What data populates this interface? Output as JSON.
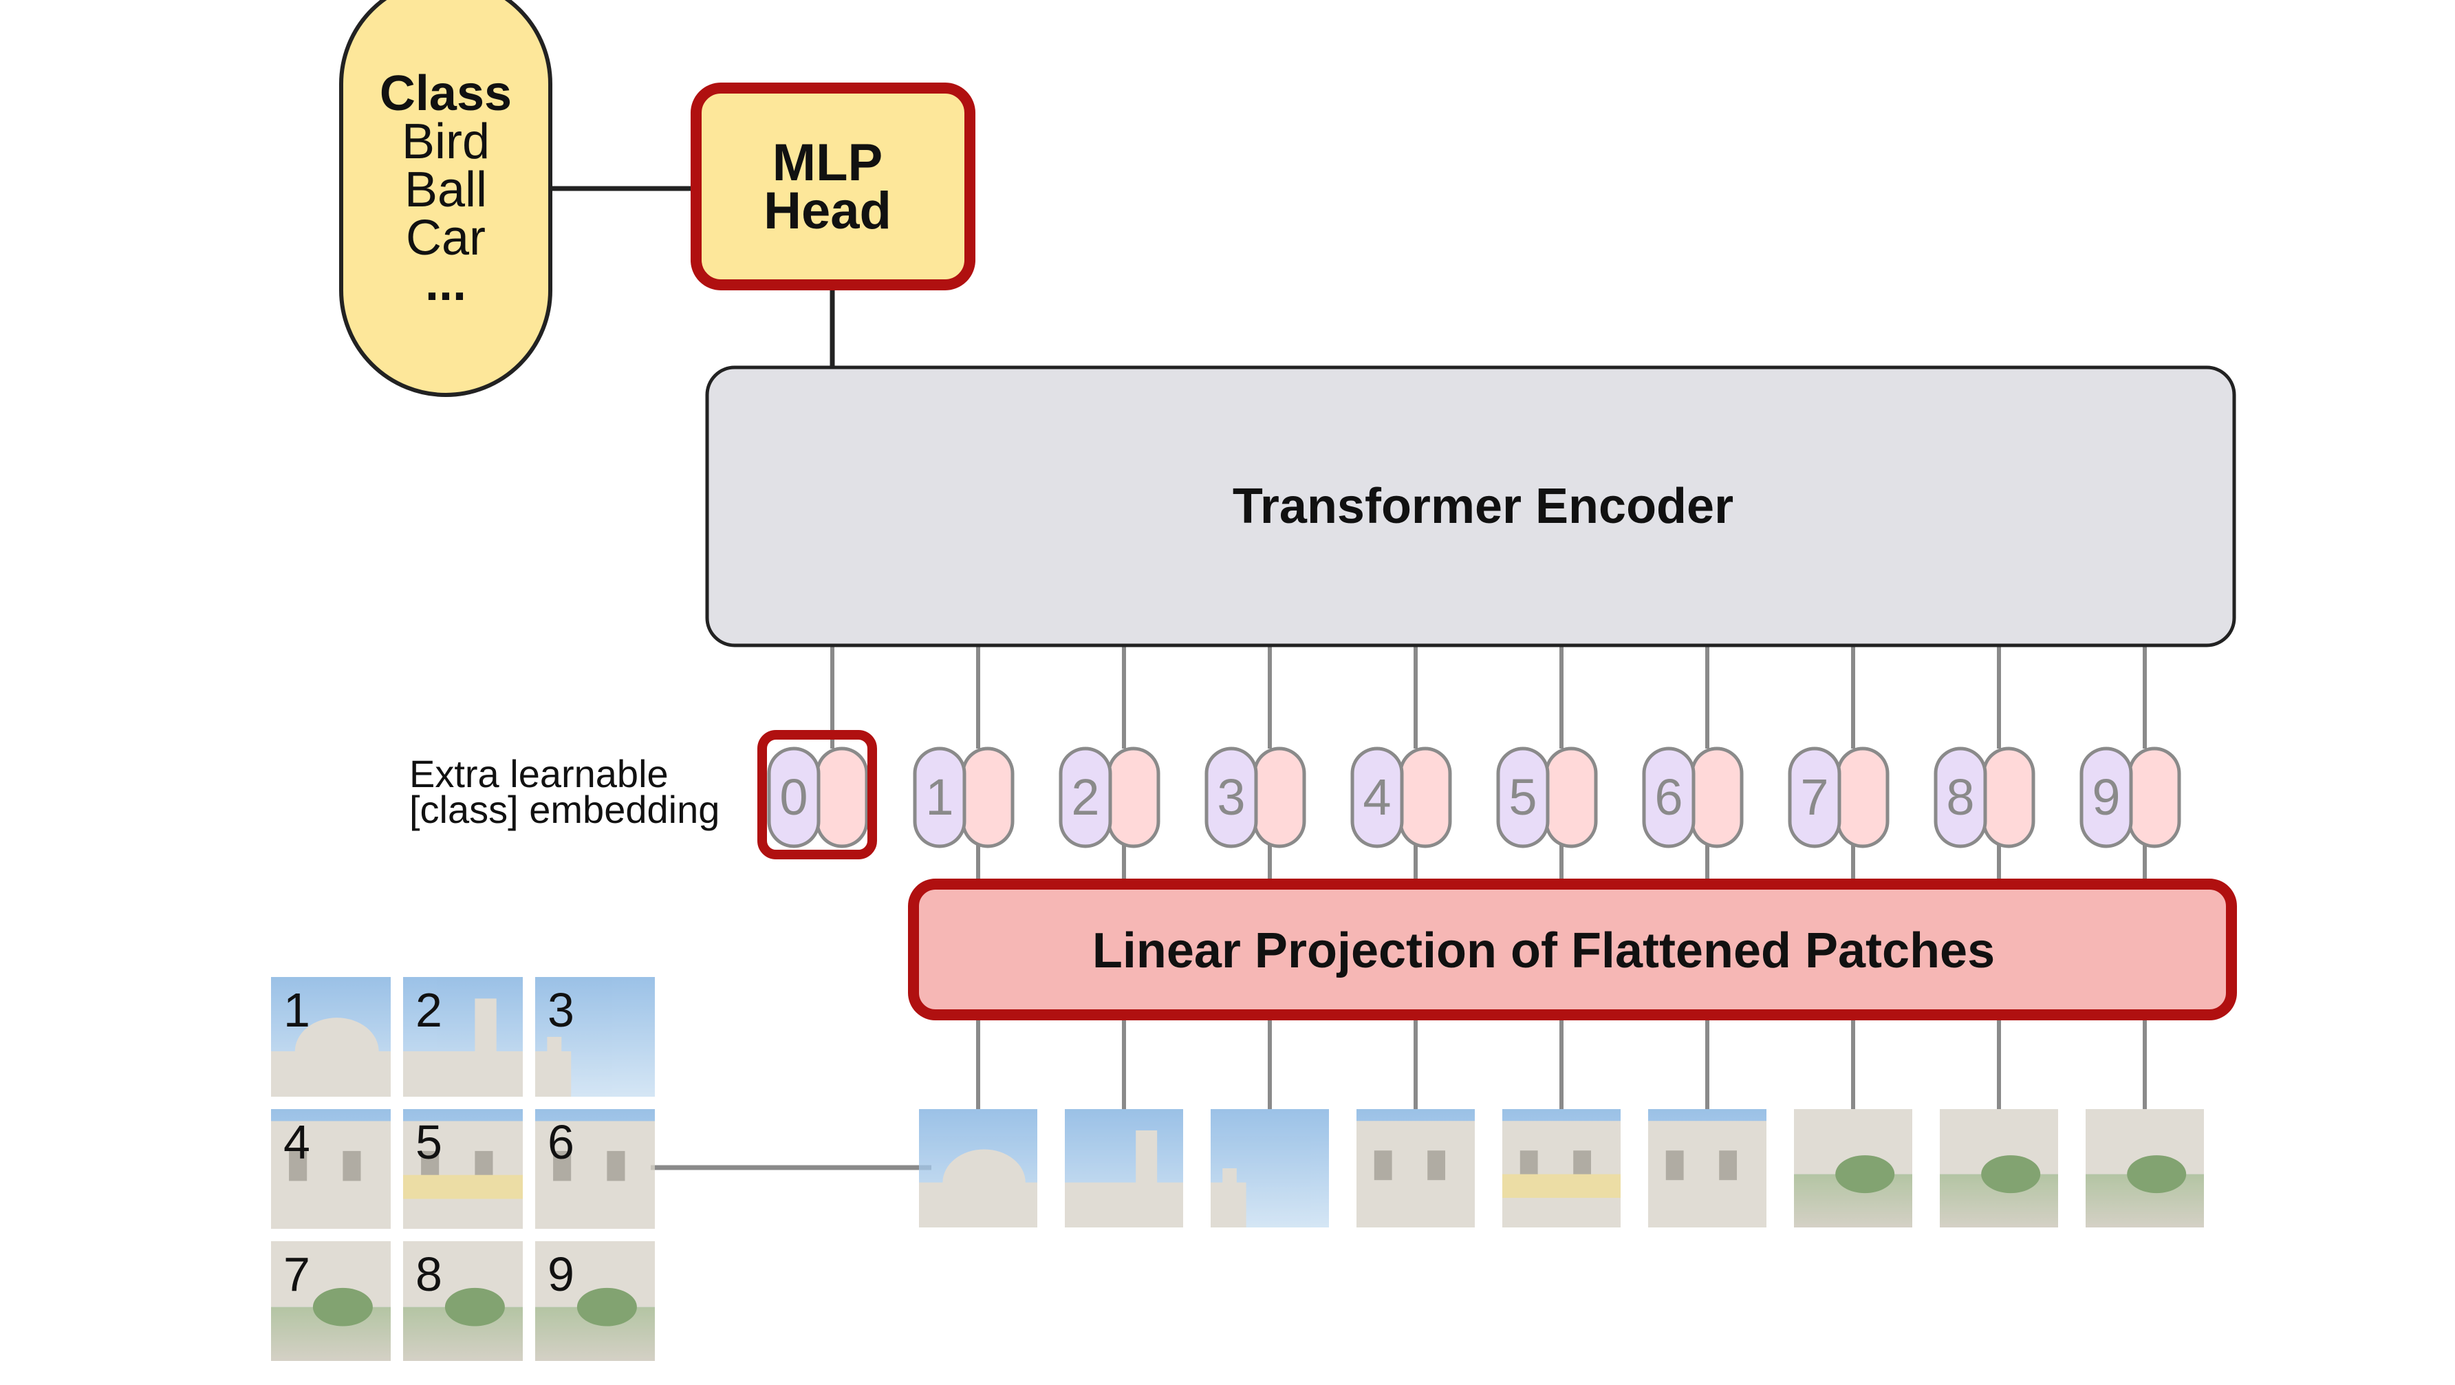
{
  "class_box": {
    "title": "Class",
    "items": [
      "Bird",
      "Ball",
      "Car",
      "..."
    ]
  },
  "mlp_head": {
    "line1": "MLP",
    "line2": "Head"
  },
  "encoder": {
    "label": "Transformer Encoder"
  },
  "class_embedding": {
    "line1": "Extra learnable",
    "line2": "[class] embedding"
  },
  "projection": {
    "label": "Linear Projection of Flattened Patches"
  },
  "tokens": [
    "0",
    "1",
    "2",
    "3",
    "4",
    "5",
    "6",
    "7",
    "8",
    "9"
  ],
  "patch_labels": [
    "1",
    "2",
    "3",
    "4",
    "5",
    "6",
    "7",
    "8",
    "9"
  ],
  "colors": {
    "yellow": "#fde79a",
    "red_border": "#b01010",
    "encoder_fill": "#e1e1e6",
    "projection_fill": "#f6b7b5",
    "token_purple": "#e8dcf8",
    "token_pink": "#ffd9d9",
    "sky": "#8fb9e3",
    "building": "#d8d3c8"
  }
}
